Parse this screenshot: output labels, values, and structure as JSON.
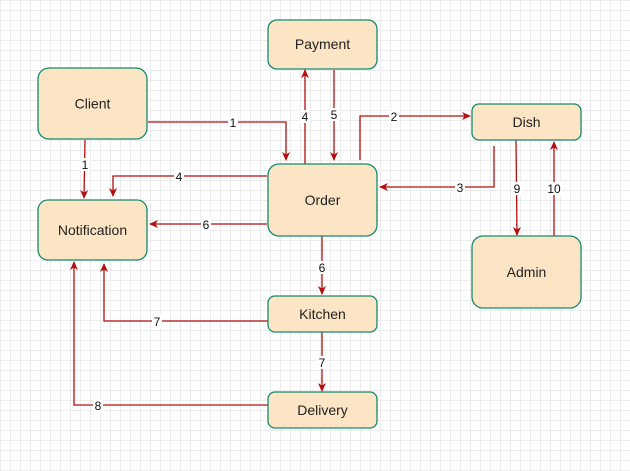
{
  "colors": {
    "node_fill": "#fce5c4",
    "node_border": "#138a6e",
    "edge": "#b40f0f",
    "grid": "#ececec"
  },
  "nodes": {
    "payment": "Payment",
    "client": "Client",
    "dish": "Dish",
    "order": "Order",
    "notification": "Notification",
    "admin": "Admin",
    "kitchen": "Kitchen",
    "delivery": "Delivery"
  },
  "edges": [
    {
      "from": "Client",
      "to": "Order",
      "label": "1"
    },
    {
      "from": "Client",
      "to": "Notification",
      "label": "1"
    },
    {
      "from": "Order",
      "to": "Dish",
      "label": "2"
    },
    {
      "from": "Dish",
      "to": "Order",
      "label": "3"
    },
    {
      "from": "Order",
      "to": "Payment",
      "label": "4"
    },
    {
      "from": "Order",
      "to": "Notification",
      "label": "4"
    },
    {
      "from": "Payment",
      "to": "Order",
      "label": "5"
    },
    {
      "from": "Order",
      "to": "Notification",
      "label": "6"
    },
    {
      "from": "Order",
      "to": "Kitchen",
      "label": "6"
    },
    {
      "from": "Kitchen",
      "to": "Notification",
      "label": "7"
    },
    {
      "from": "Kitchen",
      "to": "Delivery",
      "label": "7"
    },
    {
      "from": "Delivery",
      "to": "Notification",
      "label": "8"
    },
    {
      "from": "Dish",
      "to": "Admin",
      "label": "9"
    },
    {
      "from": "Admin",
      "to": "Dish",
      "label": "10"
    }
  ]
}
